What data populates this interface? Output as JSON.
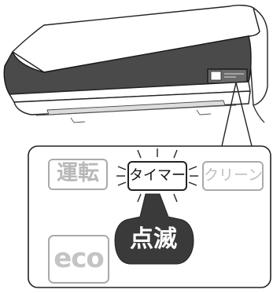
{
  "buttons": {
    "unten": "運転",
    "timer": "タイマー",
    "clean": "クリーン",
    "eco": "eco"
  },
  "status_badge": "点滅",
  "colors": {
    "active_border": "#222222",
    "inactive_text": "#b8b8b8",
    "badge_fill": "#3a3a3a",
    "line": "#222222"
  }
}
